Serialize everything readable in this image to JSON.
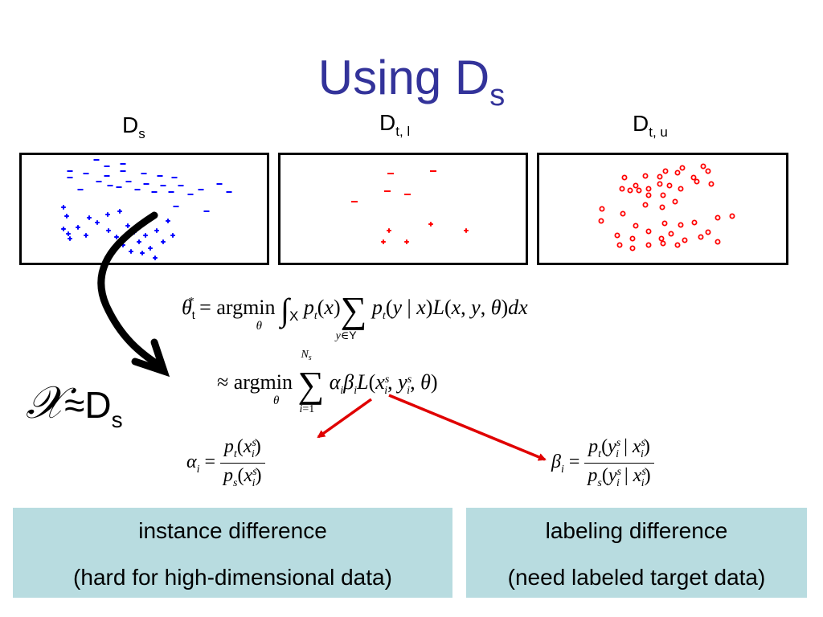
{
  "slide": {
    "title": "Using D",
    "title_sub": "s"
  },
  "panels": [
    {
      "label": "D",
      "label_sub": "s"
    },
    {
      "label": "D",
      "label_sub": "t, l"
    },
    {
      "label": "D",
      "label_sub": "t, u"
    }
  ],
  "approx": {
    "symbol": "𝒳",
    "approx_sign": "≈",
    "d": "D",
    "sub": "s"
  },
  "boxes": [
    {
      "line1": "instance difference",
      "line2": "(hard for high-dimensional data)"
    },
    {
      "line1": "labeling difference",
      "line2": "(need labeled target data)"
    }
  ],
  "colors": {
    "title": "#33339a",
    "source_points": "#0000ff",
    "target_points": "#ff0000",
    "arrow_red": "#e00000",
    "box_fill": "#b8dce0"
  }
}
